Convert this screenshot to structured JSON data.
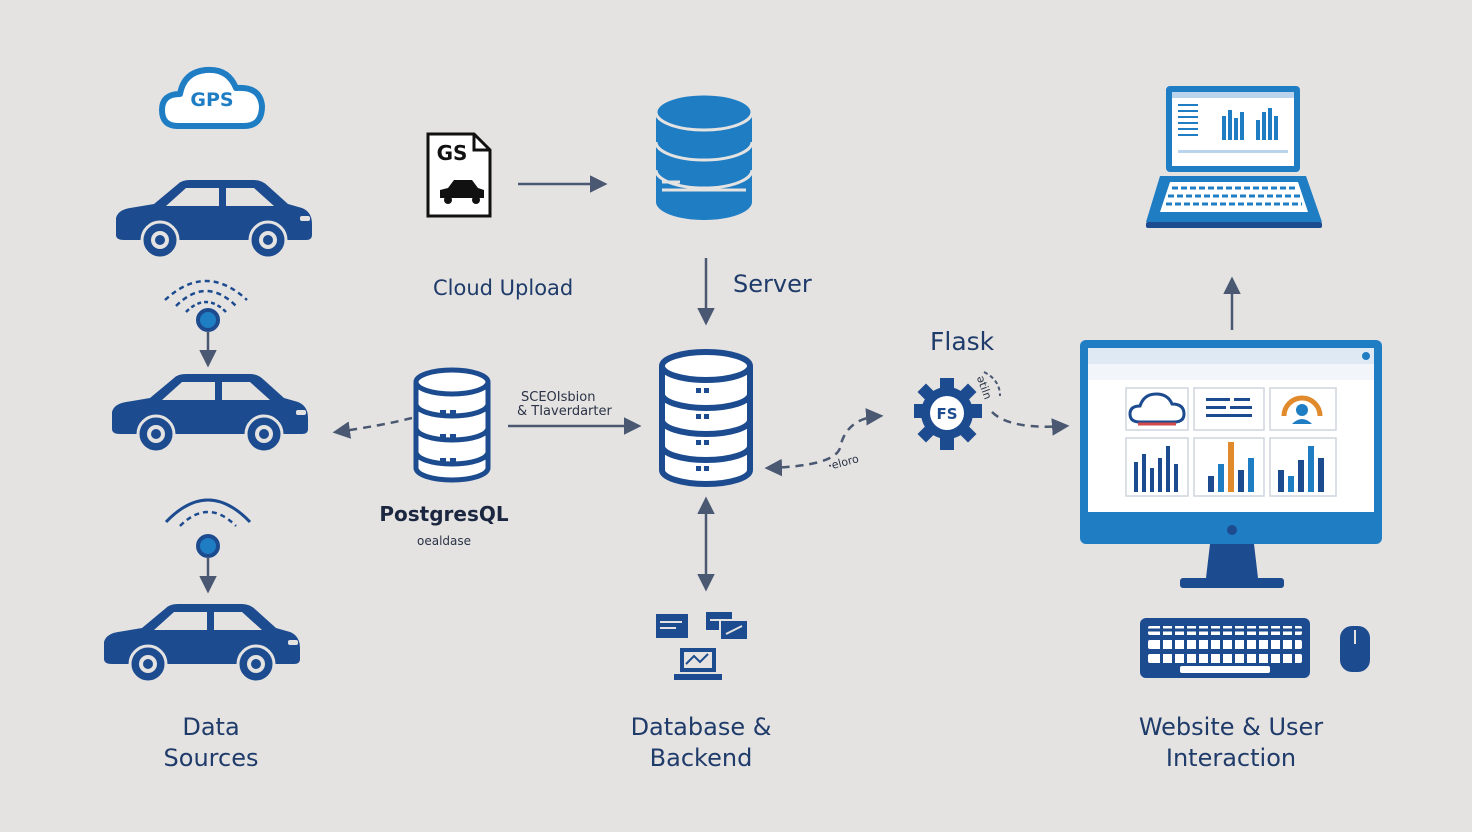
{
  "gps_cloud_label": "GPS",
  "gs_doc_label": "GS",
  "cloud_upload_label": "Cloud Upload",
  "server_label": "Server",
  "etl_label_line1": "SCEOIsbion",
  "etl_label_line2": "& TIaverdarter",
  "postgres_label": "PostgresQL",
  "postgres_sub": "oealdase",
  "flask_label": "Flask",
  "flask_gear_label": "FS",
  "flask_side_text": "ətiln",
  "curve_text": "ꞏeloro",
  "data_sources_line1": "Data",
  "data_sources_line2": "Sources",
  "database_backend_line1": "Database &",
  "database_backend_line2": "Backend",
  "website_line1": "Website & User",
  "website_line2": "Interaction",
  "colors": {
    "navy": "#1d4b8f",
    "blue": "#1f7dc4",
    "bg": "#e4e3e1",
    "text": "#1f3b6a",
    "orange": "#e08a2c"
  }
}
